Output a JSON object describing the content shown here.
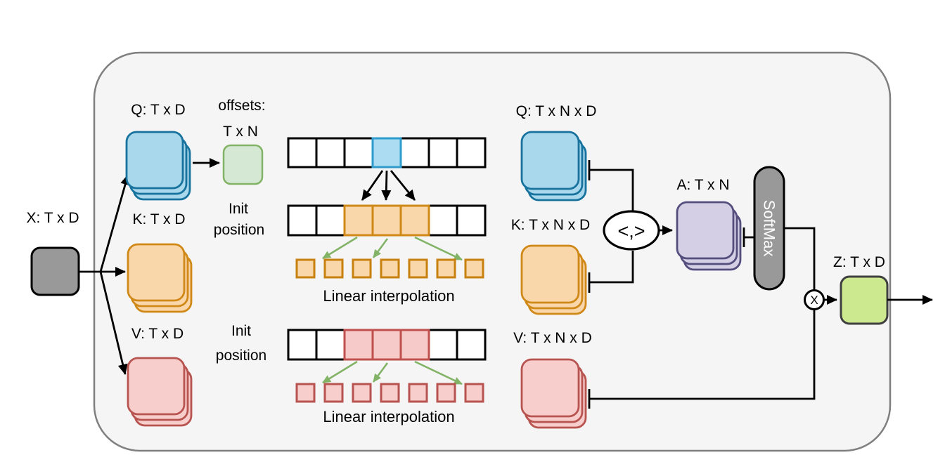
{
  "title": "Deformable attention block diagram",
  "labels": {
    "x_input": "X: T x D",
    "q_left": "Q: T x D",
    "k_left": "K: T x D",
    "v_left": "V: T x D",
    "offsets_line1": "offsets:",
    "offsets_line2": "T x N",
    "init_top_line1": "Init",
    "init_top_line2": "position",
    "init_bottom_line1": "Init",
    "init_bottom_line2": "position",
    "linear_interp_top": "Linear interpolation",
    "linear_interp_bottom": "Linear interpolation",
    "q_right": "Q: T x N x D",
    "k_right": "K: T x N x D",
    "v_right": "V: T x N x D",
    "attention": "A: T x N",
    "softmax": "SoftMax",
    "inner_product": "<,>",
    "multiply": "X",
    "output": "Z: T x D"
  },
  "colors": {
    "container_fill": "#f5f5f5",
    "container_stroke": "#7f7f7f",
    "blue_fill": "#a9d7eb",
    "blue_stroke": "#17739e",
    "orange_fill": "#fad7ab",
    "orange_stroke": "#d08817",
    "pink_fill": "#f8cecc",
    "pink_stroke": "#b85450",
    "purple_fill": "#d4cfe4",
    "purple_stroke": "#544e7d",
    "offsets_green_fill": "#d5e8d4",
    "offsets_green_stroke": "#82b366",
    "output_green_fill": "#cce990",
    "output_green_stroke": "#3f3f3f",
    "input_gray_fill": "#999999",
    "softmax_gray_fill": "#999999",
    "line_black": "#000000",
    "arrow_green": "#82b366"
  },
  "rows": {
    "query_timeline": {
      "cell_count": 7,
      "highlighted": [
        3
      ],
      "fill": "#ffffff",
      "stroke": "#000000",
      "highlight_fill": "#abdcf2",
      "highlight_stroke": "#2e9ccd"
    },
    "key_timeline": {
      "cell_count": 7,
      "highlighted": [
        2,
        3,
        4
      ],
      "fill": "#ffffff",
      "stroke": "#000000",
      "highlight_fill": "#fad7ab",
      "highlight_stroke": "#d08817"
    },
    "key_samples": {
      "cell_count": 7,
      "highlighted": [],
      "fill": "#fad7ab",
      "stroke": "#c8800e",
      "highlight_fill": "#fad7ab",
      "highlight_stroke": "#c8800e"
    },
    "value_timeline": {
      "cell_count": 7,
      "highlighted": [
        2,
        3,
        4
      ],
      "fill": "#ffffff",
      "stroke": "#000000",
      "highlight_fill": "#f5cac8",
      "highlight_stroke": "#c0504d"
    },
    "value_samples": {
      "cell_count": 7,
      "highlighted": [],
      "fill": "#f8cecc",
      "stroke": "#b85450",
      "highlight_fill": "#f8cecc",
      "highlight_stroke": "#b85450"
    }
  },
  "stacks": {
    "q_left": {
      "layers": 3,
      "fill": "#a9d7eb",
      "stroke": "#17739e"
    },
    "k_left": {
      "layers": 3,
      "fill": "#fad7ab",
      "stroke": "#d08817"
    },
    "v_left": {
      "layers": 3,
      "fill": "#f8cecc",
      "stroke": "#b85450"
    },
    "q_right": {
      "layers": 3,
      "fill": "#a9d7eb",
      "stroke": "#17739e"
    },
    "k_right": {
      "layers": 3,
      "fill": "#fad7ab",
      "stroke": "#d08817"
    },
    "v_right": {
      "layers": 3,
      "fill": "#f8cecc",
      "stroke": "#b85450"
    },
    "attention": {
      "layers": 3,
      "fill": "#d4cfe4",
      "stroke": "#544e7d"
    }
  }
}
